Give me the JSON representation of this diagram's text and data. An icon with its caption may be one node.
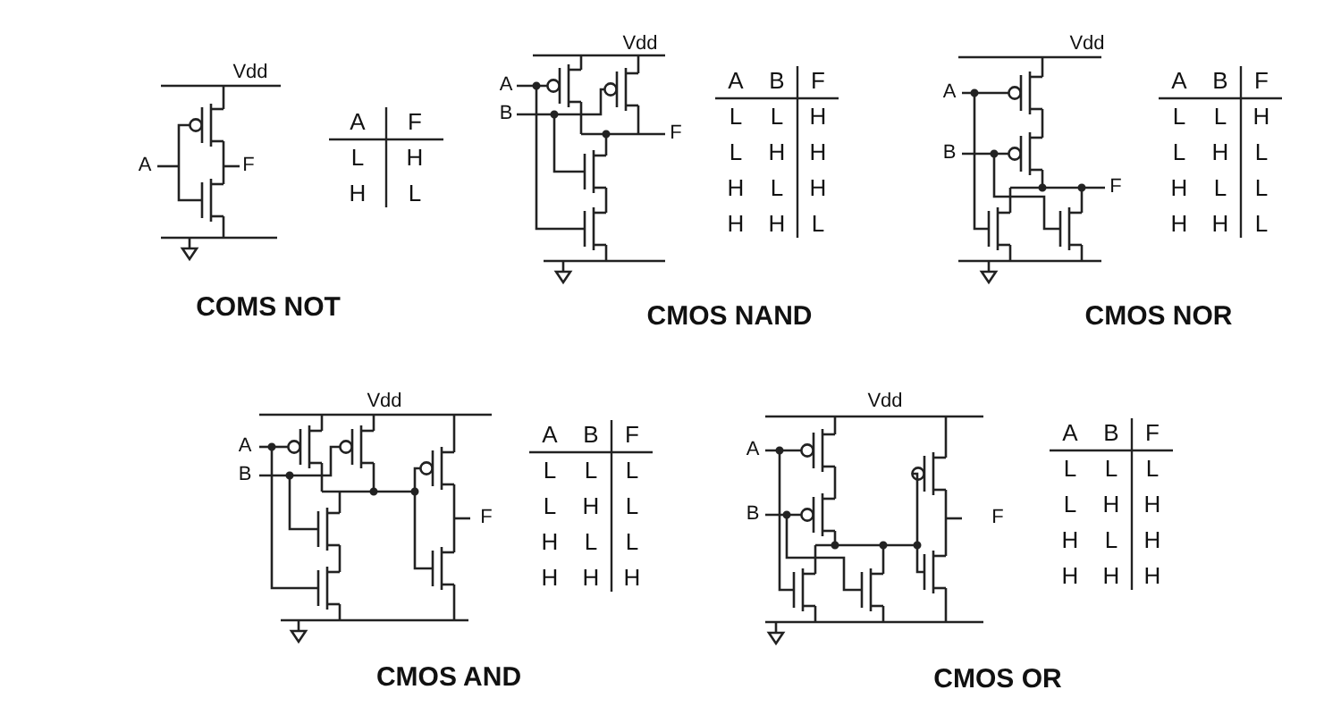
{
  "diagram": {
    "labels": [
      "Vdd",
      "A",
      "F",
      "A",
      "F",
      "L",
      "H",
      "H",
      "L",
      "COMS NOT",
      "Vdd",
      "A",
      "B",
      "F",
      "A",
      "B",
      "F",
      "L",
      "L",
      "H",
      "L",
      "H",
      "H",
      "H",
      "L",
      "H",
      "H",
      "H",
      "L",
      "CMOS NAND",
      "Vdd",
      "A",
      "B",
      "F",
      "A",
      "B",
      "F",
      "L",
      "L",
      "H",
      "L",
      "H",
      "L",
      "H",
      "L",
      "L",
      "H",
      "H",
      "L",
      "CMOS NOR",
      "Vdd",
      "A",
      "B",
      "F",
      "A",
      "B",
      "F",
      "L",
      "L",
      "L",
      "L",
      "H",
      "L",
      "H",
      "L",
      "L",
      "H",
      "H",
      "H",
      "CMOS AND",
      "Vdd",
      "A",
      "B",
      "F",
      "A",
      "B",
      "F",
      "L",
      "L",
      "L",
      "L",
      "H",
      "H",
      "H",
      "L",
      "H",
      "H",
      "H",
      "H",
      "CMOS OR"
    ]
  }
}
